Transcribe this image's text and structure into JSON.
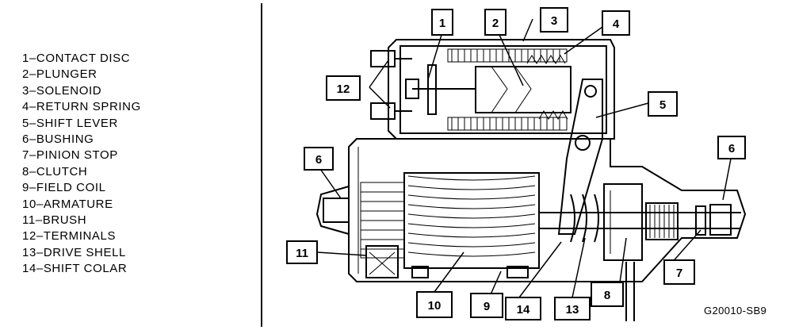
{
  "legend": [
    {
      "text": "1–CONTACT DISC"
    },
    {
      "text": "2–PLUNGER"
    },
    {
      "text": "3–SOLENOID"
    },
    {
      "text": "4–RETURN SPRING"
    },
    {
      "text": "5–SHIFT LEVER"
    },
    {
      "text": "6–BUSHING"
    },
    {
      "text": "7–PINION STOP"
    },
    {
      "text": "8–CLUTCH"
    },
    {
      "text": "9–FIELD COIL"
    },
    {
      "text": "10–ARMATURE"
    },
    {
      "text": "11–BRUSH"
    },
    {
      "text": "12–TERMINALS"
    },
    {
      "text": "13–DRIVE SHELL"
    },
    {
      "text": "14–SHIFT COLAR"
    }
  ],
  "callouts": {
    "c1": "1",
    "c2": "2",
    "c3": "3",
    "c4": "4",
    "c5": "5",
    "c6a": "6",
    "c6b": "6",
    "c7": "7",
    "c8": "8",
    "c9": "9",
    "c10": "10",
    "c11": "11",
    "c12": "12",
    "c13": "13",
    "c14": "14"
  },
  "figure_code": "G20010-SB9"
}
